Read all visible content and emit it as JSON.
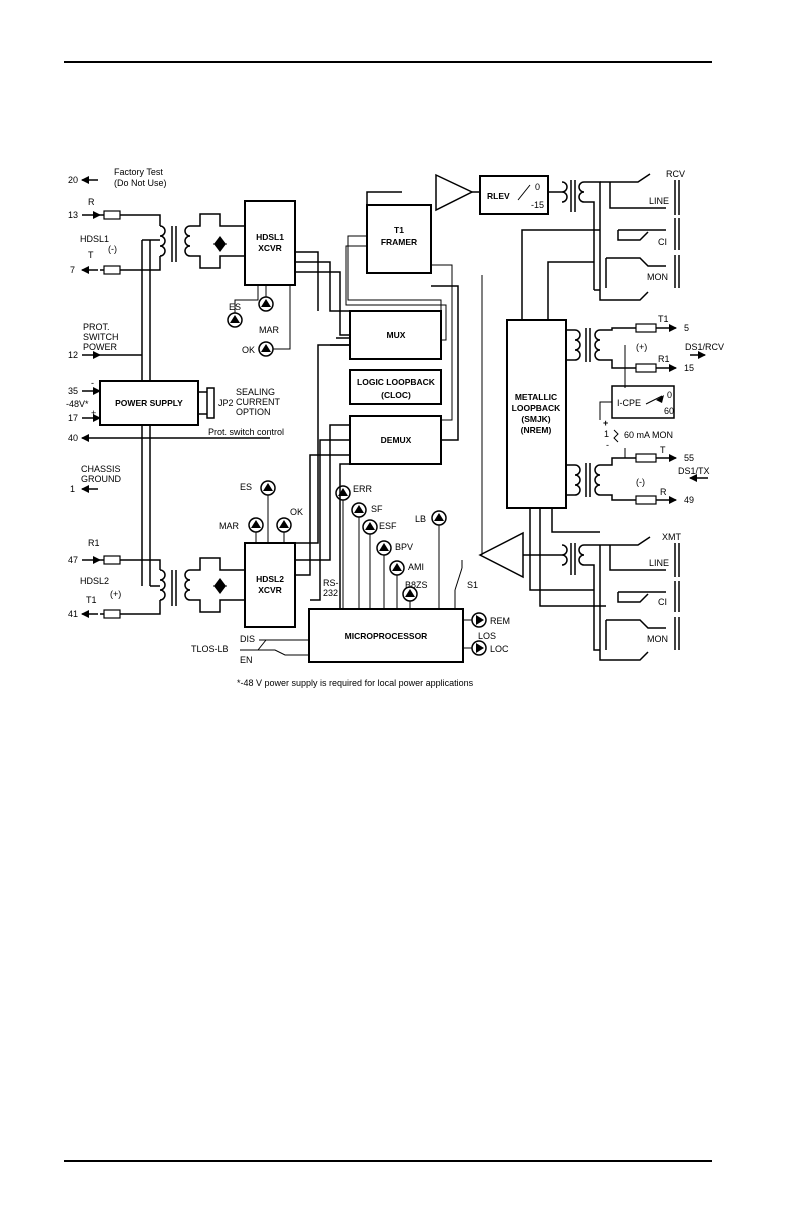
{
  "pins": {
    "p20": "20",
    "p13": "13",
    "p7": "7",
    "p12": "12",
    "p35": "35",
    "p17": "17",
    "p40": "40",
    "p1": "1",
    "p47": "47",
    "p41": "41",
    "p5": "5",
    "p15": "15",
    "p55": "55",
    "p49": "49"
  },
  "labels": {
    "factory_test": "Factory Test",
    "do_not_use": "(Do Not Use)",
    "r": "R",
    "hdsl1": "HDSL1",
    "minus_paren": "(-)",
    "t": "T",
    "prot": "PROT.",
    "switch": "SWITCH",
    "power": "POWER",
    "minus48v": "-48V*",
    "minus": "-",
    "plus": "+",
    "prot_switch_control": "Prot. switch control",
    "chassis": "CHASSIS",
    "ground": "GROUND",
    "r1": "R1",
    "hdsl2": "HDSL2",
    "plus_paren": "(+)",
    "t1": "T1",
    "es": "ES",
    "mar": "MAR",
    "ok": "OK",
    "err": "ERR",
    "sf": "SF",
    "esf": "ESF",
    "bpv": "BPV",
    "ami": "AMI",
    "b8zs": "B8ZS",
    "lb": "LB",
    "rs": "RS-",
    "n232": "232",
    "s1": "S1",
    "rem": "REM",
    "los": "LOS",
    "loc": "LOC",
    "dis": "DIS",
    "en": "EN",
    "tlos_lb": "TLOS-LB",
    "sealing": "SEALING",
    "current": "CURRENT",
    "option": "OPTION",
    "jp2": "JP2",
    "rcv": "RCV",
    "line": "LINE",
    "ci": "CI",
    "mon": "MON",
    "xmt": "XMT",
    "ds1_rcv": "DS1/RCV",
    "ds1_tx": "DS1/TX",
    "zero": "0",
    "minus15": "-15",
    "sixty": "60",
    "one": "1",
    "ma60_mon": "60 mA  MON",
    "footnote": "*-48 V power supply is required for local power applications"
  },
  "blocks": {
    "hdsl1_xcvr_1": "HDSL1",
    "hdsl1_xcvr_2": "XCVR",
    "hdsl2_xcvr_1": "HDSL2",
    "hdsl2_xcvr_2": "XCVR",
    "t1_framer_1": "T1",
    "t1_framer_2": "FRAMER",
    "rlev": "RLEV",
    "mux": "MUX",
    "logic_loopback_1": "LOGIC LOOPBACK",
    "logic_loopback_2": "(CLOC)",
    "demux": "DEMUX",
    "power_supply": "POWER SUPPLY",
    "metallic_1": "METALLIC",
    "metallic_2": "LOOPBACK",
    "metallic_3": "(SMJK)",
    "metallic_4": "(NREM)",
    "icpe": "I-CPE",
    "microprocessor": "MICROPROCESSOR"
  }
}
